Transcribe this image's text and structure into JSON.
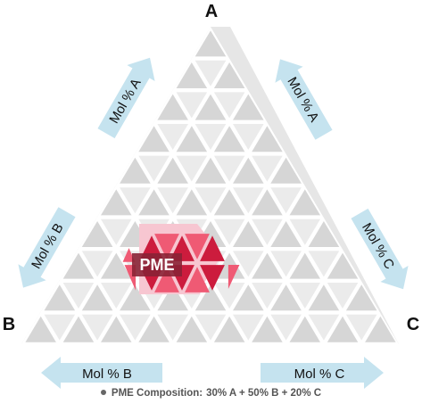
{
  "vertices": {
    "top": "A",
    "left": "B",
    "right": "C"
  },
  "arrows": {
    "left_side_up": "Mol % A",
    "right_side_down": "Mol % A",
    "left_side_down": "Mol % B",
    "right_side_up": "Mol % C",
    "bottom_left": "Mol % B",
    "bottom_right": "Mol % C"
  },
  "region": {
    "label": "PME"
  },
  "caption": {
    "prefix": "PME Composition:",
    "composition": "30% A + 50% B + 20% C"
  },
  "colors": {
    "cell_dark": "#d6d6d6",
    "cell_light": "#ebebeb",
    "face_light": "#e6e6e6",
    "arrow": "#c5e3ef",
    "region_dark": "#cc1c3d",
    "region_mid": "#ef5a74",
    "region_light": "#f7c6d1"
  }
}
